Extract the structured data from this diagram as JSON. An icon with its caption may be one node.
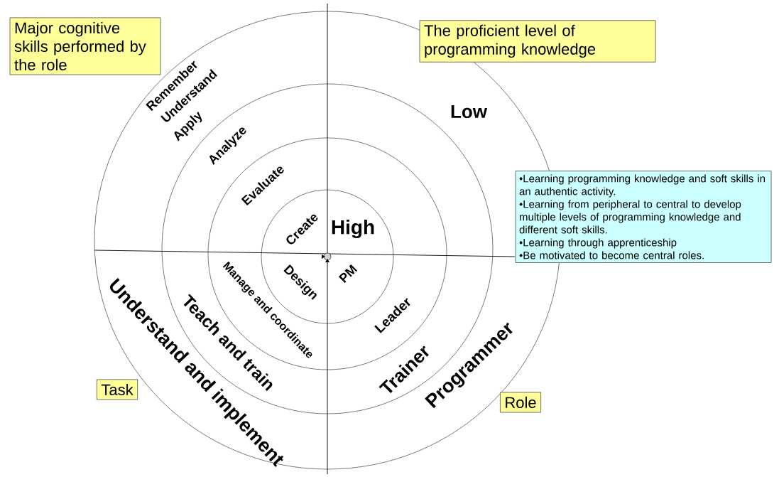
{
  "diagram": {
    "nodes": [
      {
        "text": [
          "Major cognitive skills performed by the role"
        ]
      },
      {
        "text": [
          "The proficient level of programming knowledge"
        ]
      },
      {
        "text": [
          "•Learning programming knowledge and soft skills in an authentic activity.",
          "•Learning from peripheral to central to develop multiple levels of programming knowledge and different soft skills.",
          "•Learning through apprenticeship",
          "•Be motivated to become central roles."
        ]
      },
      {
        "text": [
          "Task"
        ]
      },
      {
        "text": [
          "Role"
        ]
      }
    ],
    "labels": [
      "Remember",
      "Understand",
      "Apply",
      "Low",
      "Analyze",
      "Evaluate",
      "Create",
      "High",
      "Manage and coordinate",
      "Design",
      "PM",
      "Leader",
      "Teach and train",
      "Trainer",
      "Understand and implement",
      "Programmer"
    ]
  }
}
